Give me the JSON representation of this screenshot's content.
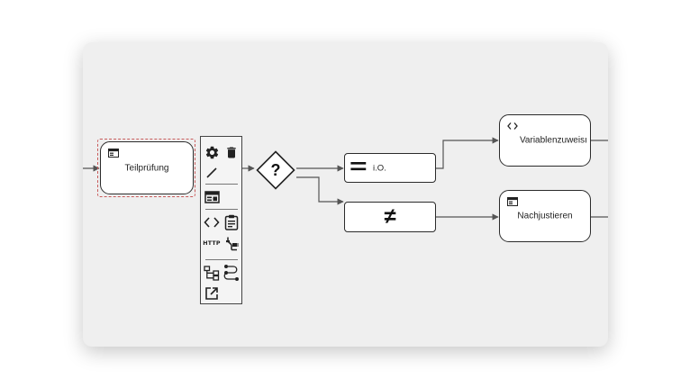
{
  "nodes": {
    "teilepruefung": {
      "label": "Teilprüfung"
    },
    "variablenzuweisung": {
      "label": "Variablenzuweisı"
    },
    "nachjustieren": {
      "label": "Nachjustieren"
    }
  },
  "gateway": {
    "symbol": "?"
  },
  "conditions": {
    "equal": {
      "symbol": "=",
      "label": "i.O."
    },
    "not_equal": {
      "symbol": "≠"
    }
  },
  "toolbar": {
    "http_label": "HTTP",
    "icons": [
      "gear-icon",
      "trash-icon",
      "pencil-icon",
      "window-icon",
      "code-icon",
      "clipboard-icon",
      "http-icon",
      "plug-icon",
      "subprocess-icon",
      "flow-icon",
      "external-link-icon"
    ]
  },
  "colors": {
    "canvas": "#efefef",
    "stroke": "#2b2b2b",
    "selection": "#c85a5a"
  }
}
